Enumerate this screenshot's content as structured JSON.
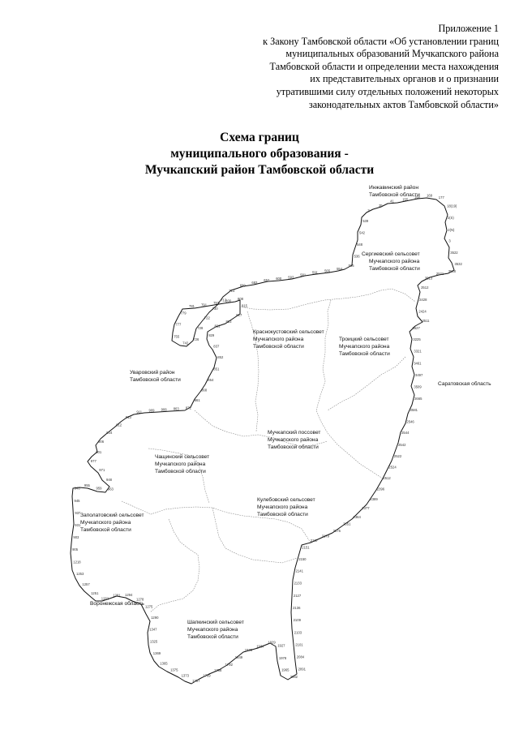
{
  "header": {
    "appendix_lines": [
      "Приложение 1",
      "к Закону Тамбовской области «Об установлении границ",
      "муниципальных образований Мучкапского района",
      "Тамбовской области и определении места нахождения",
      "их представительных органов и о признании",
      "утратившими силу отдельных положений некоторых",
      "законодательных актов Тамбовской области»"
    ]
  },
  "title": {
    "line1": "Схема границ",
    "line2": "муниципального образования -",
    "line3": "Мучкапский район Тамбовской области"
  },
  "map": {
    "neighbors": {
      "inzhavino": [
        "Инжавинский район",
        "Тамбовской области"
      ],
      "uvarovo": [
        "Уваровский район",
        "Тамбовской области"
      ],
      "saratov": [
        "Саратовская область"
      ],
      "voronezh": [
        "Воронежская область"
      ]
    },
    "councils": {
      "sergievsky": [
        "Сергиевский сельсовет",
        "Мучкапского района",
        "Тамбовской области"
      ],
      "krasnokustovsky": [
        "Краснокустовский сельсовет",
        "Мучкапского района",
        "Тамбовской области"
      ],
      "troitsky": [
        "Троицкий сельсовет",
        "Мучкапского района",
        "Тамбовской области"
      ],
      "muchkapsky": [
        "Мучкапский поссовет",
        "Мучкапского района",
        "Тамбовской области"
      ],
      "chashchinsky": [
        "Чащинский сельсовет",
        "Мучкапского района",
        "Тамбовской области"
      ],
      "kulevsky": [
        "Кулебовский сельсовет",
        "Мучкапского района",
        "Тамбовской области"
      ],
      "zapolatovsky": [
        "Заполатовский сельсовет",
        "Мучкапского района",
        "Тамбовской области"
      ],
      "shapkinsky": [
        "Шапкинский сельсовет",
        "Мучкапского района",
        "Тамбовской области"
      ]
    },
    "point_labels": [
      "2",
      "35",
      "41",
      "155",
      "160",
      "169",
      "177",
      "18(19)",
      "2(S)",
      "2(N)",
      "3",
      "3522",
      "3532",
      "3528",
      "2521",
      "3513",
      "2512",
      "2428",
      "2424",
      "3511",
      "3527",
      "3225",
      "3321",
      "3461",
      "3497",
      "3509",
      "2665",
      "2581",
      "2546",
      "2544",
      "2542",
      "2522",
      "2524",
      "2512",
      "2396",
      "2389",
      "2377",
      "2364",
      "2351",
      "2175",
      "2179",
      "2187",
      "2151",
      "2150",
      "2141",
      "2133",
      "2127",
      "2136",
      "2109",
      "2103",
      "2101",
      "2084",
      "2091",
      "2082",
      "1965",
      "1978",
      "1927",
      "1929",
      "1934",
      "1973",
      "1849",
      "1792",
      "1788",
      "1769",
      "1757",
      "1373",
      "1375",
      "1365",
      "1369",
      "1325",
      "1347",
      "1290",
      "1275",
      "1278",
      "1294",
      "1281",
      "1262",
      "1251",
      "1257",
      "1253",
      "1218",
      "905",
      "903",
      "931",
      "937",
      "945",
      "948",
      "955",
      "959",
      "963",
      "948",
      "971",
      "977",
      "901",
      "906",
      "904",
      "912",
      "913",
      "911",
      "909",
      "908",
      "863",
      "872",
      "861",
      "868",
      "854",
      "851",
      "852",
      "837",
      "829",
      "821",
      "823",
      "817",
      "815",
      "808",
      "800",
      "797",
      "791",
      "781",
      "779",
      "777",
      "755",
      "742",
      "726",
      "728",
      "722",
      "730",
      "712",
      "713",
      "699",
      "683",
      "652",
      "600",
      "593",
      "581",
      "591",
      "565",
      "554",
      "535",
      "536",
      "548",
      "542",
      "539"
    ]
  }
}
